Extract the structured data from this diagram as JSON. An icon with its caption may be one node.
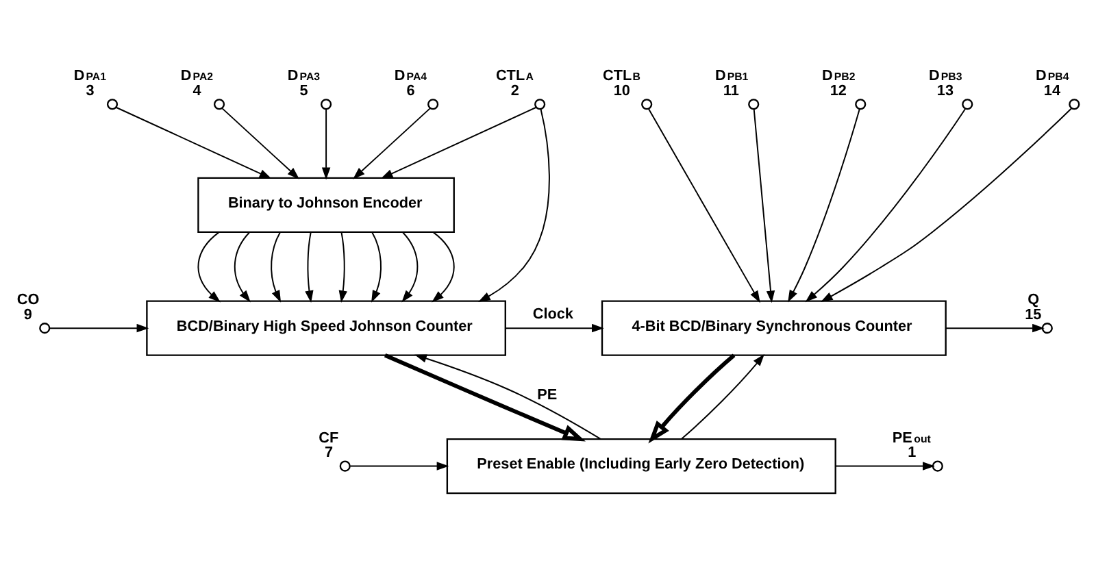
{
  "diagram": {
    "nodes": [
      {
        "text": [],
        "shape": "circle",
        "beside": [
          "D$_{PA1}$",
          "3"
        ]
      },
      {
        "text": [],
        "shape": "circle",
        "beside": [
          "D$_{PA2}$",
          "4"
        ]
      },
      {
        "text": [],
        "shape": "circle",
        "beside": [
          "D$_{PA3}$",
          "5"
        ]
      },
      {
        "text": [],
        "shape": "circle",
        "beside": [
          "D$_{PA4}$",
          "6"
        ]
      },
      {
        "text": [],
        "shape": "circle",
        "beside": [
          "CTL$_{A}$",
          "2"
        ]
      },
      {
        "text": [],
        "shape": "circle",
        "beside": [
          "CTL$_{B}$",
          "10"
        ]
      },
      {
        "text": [],
        "shape": "circle",
        "beside": [
          "D$_{PB1}$",
          "11"
        ]
      },
      {
        "text": [],
        "shape": "circle",
        "beside": [
          "D$_{PB2}$",
          "12"
        ]
      },
      {
        "text": [],
        "shape": "circle",
        "beside": [
          "D$_{PB3}$",
          "13"
        ]
      },
      {
        "text": [],
        "shape": "circle",
        "beside": [
          "D$_{PB4}$",
          "14"
        ]
      },
      {
        "text": [
          "Binary to Johnson Encoder"
        ]
      },
      {
        "text": [
          "BCD/Binary High Speed Johnson Counter"
        ]
      },
      {
        "text": [],
        "shape": "circle",
        "beside": [
          "CO",
          "9"
        ]
      },
      {
        "text": [
          "4-Bit BCD/Binary Synchronous Counter"
        ]
      },
      {
        "text": [],
        "shape": "circle",
        "beside": [
          "Q",
          "15"
        ]
      },
      {
        "text": [
          "Preset Enable (Including Early Zero Detection)"
        ]
      },
      {
        "text": [],
        "shape": "circle",
        "beside": [
          "CF",
          "7"
        ]
      },
      {
        "text": [],
        "shape": "circle",
        "beside": [
          "PE$_{out}$",
          "1"
        ]
      }
    ],
    "edges": [
      {
        "from": 0,
        "to": 10,
        "arrow": "to"
      },
      {
        "from": 1,
        "to": 10,
        "arrow": "to"
      },
      {
        "from": 2,
        "to": 10,
        "arrow": "to"
      },
      {
        "from": 3,
        "to": 10,
        "arrow": "to"
      },
      {
        "from": 4,
        "to": 10,
        "arrow": "to"
      },
      {
        "from": 4,
        "to": 11,
        "arrow": "to"
      },
      {
        "from": 10,
        "to": 11,
        "arrow": "to"
      },
      {
        "from": 10,
        "to": 11,
        "arrow": "to"
      },
      {
        "from": 10,
        "to": 11,
        "arrow": "to"
      },
      {
        "from": 10,
        "to": 11,
        "arrow": "to"
      },
      {
        "from": 10,
        "to": 11,
        "arrow": "to"
      },
      {
        "from": 10,
        "to": 11,
        "arrow": "to"
      },
      {
        "from": 10,
        "to": 11,
        "arrow": "to"
      },
      {
        "from": 10,
        "to": 11,
        "arrow": "to"
      },
      {
        "from": 5,
        "to": 13,
        "arrow": "to"
      },
      {
        "from": 6,
        "to": 13,
        "arrow": "to"
      },
      {
        "from": 7,
        "to": 13,
        "arrow": "to"
      },
      {
        "from": 8,
        "to": 13,
        "arrow": "to"
      },
      {
        "from": 9,
        "to": 13,
        "arrow": "to"
      },
      {
        "from": 12,
        "to": 11,
        "arrow": "to"
      },
      {
        "from": 11,
        "to": 13,
        "arrow": "to",
        "label": "Clock"
      },
      {
        "from": 15,
        "to": 11,
        "arrow": "to",
        "label": "PE"
      },
      {
        "from": 15,
        "to": 13,
        "arrow": "to"
      },
      {
        "from": 13,
        "to": 14,
        "arrow": "to"
      },
      {
        "from": 11,
        "to": 15,
        "arrow": "to",
        "style": "thick"
      },
      {
        "from": 13,
        "to": 15,
        "arrow": "to",
        "style": "thick"
      },
      {
        "from": 16,
        "to": 15,
        "arrow": "to"
      },
      {
        "from": 15,
        "to": 17,
        "arrow": "to"
      }
    ]
  }
}
